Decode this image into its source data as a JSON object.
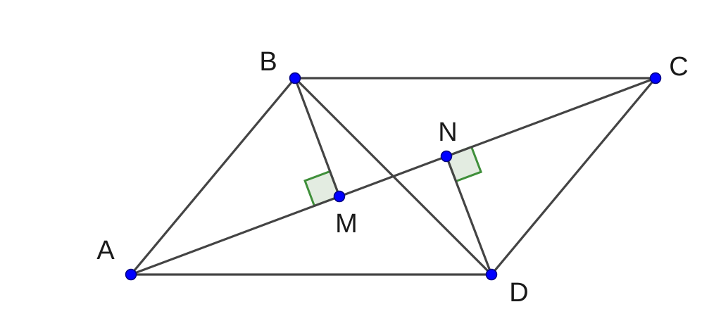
{
  "points": [
    {
      "id": "A",
      "label": "A"
    },
    {
      "id": "B",
      "label": "B"
    },
    {
      "id": "C",
      "label": "C"
    },
    {
      "id": "D",
      "label": "D"
    },
    {
      "id": "M",
      "label": "M"
    },
    {
      "id": "N",
      "label": "N"
    }
  ],
  "segments": [
    [
      "A",
      "B"
    ],
    [
      "B",
      "C"
    ],
    [
      "C",
      "D"
    ],
    [
      "A",
      "D"
    ],
    [
      "A",
      "C"
    ],
    [
      "B",
      "D"
    ],
    [
      "B",
      "M"
    ],
    [
      "D",
      "N"
    ]
  ],
  "right_angles": [
    {
      "vertex": "M",
      "ray1": "B",
      "ray2": "A"
    },
    {
      "vertex": "N",
      "ray1": "C",
      "ray2": "D"
    }
  ],
  "colors": {
    "background": "#ffffff",
    "segment": "#444444",
    "point_fill": "#0000ff",
    "point_stroke": "#000080",
    "right_angle_stroke": "#3f8f3a",
    "right_angle_fill": "#e3ece1",
    "label": "#1a1a1a"
  }
}
